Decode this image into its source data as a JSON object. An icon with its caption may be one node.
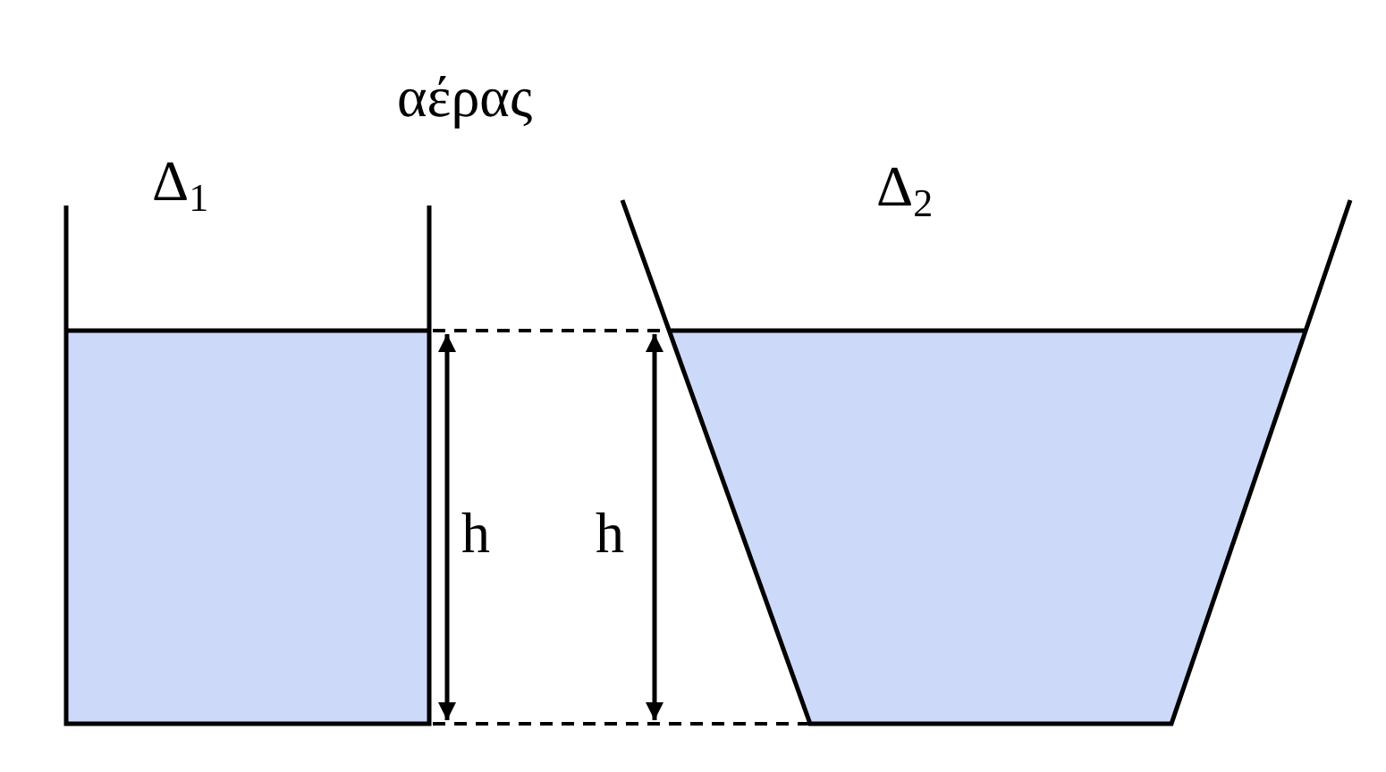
{
  "diagram": {
    "labels": [
      "αέρας",
      "Δ$_{1}$",
      "Δ$_{2}$",
      "h",
      "h"
    ]
  }
}
